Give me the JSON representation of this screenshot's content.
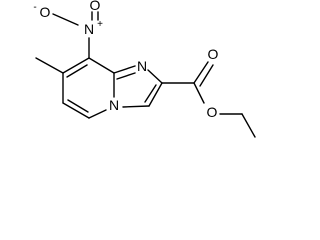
{
  "molecule": {
    "atoms": {
      "nitro_oxygen_minus": {
        "symbol": "O",
        "charge": "-"
      },
      "nitro_nitrogen": {
        "symbol": "N",
        "charge": "+"
      },
      "nitro_oxygen_double": {
        "symbol": "O"
      },
      "imidazole_nitrogen": {
        "symbol": "N"
      },
      "bridgehead_nitrogen": {
        "symbol": "N"
      },
      "carbonyl_oxygen": {
        "symbol": "O"
      },
      "ester_oxygen": {
        "symbol": "O"
      }
    },
    "colors": {
      "ink": "#000000",
      "background": "#ffffff"
    }
  }
}
